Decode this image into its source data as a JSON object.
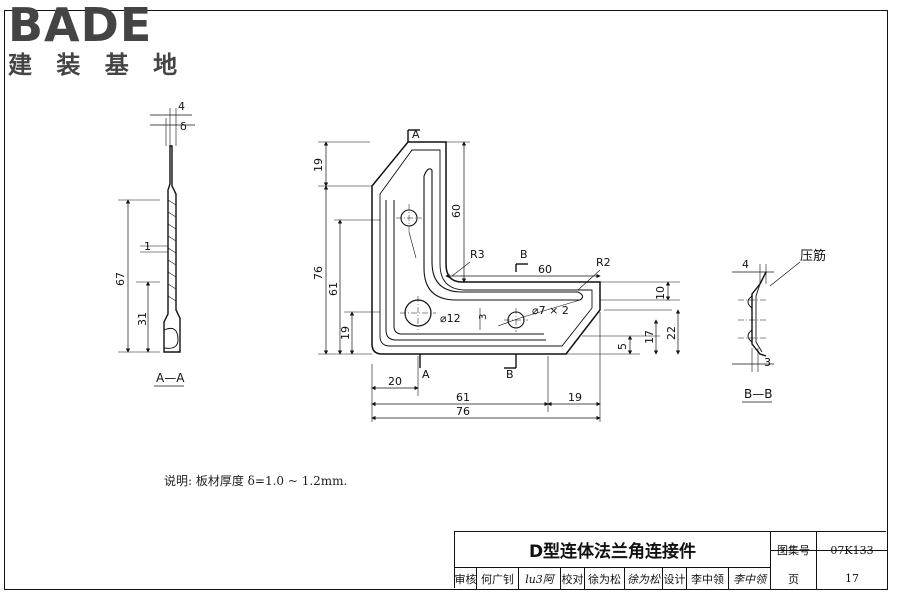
{
  "brand": {
    "logo_text": "BADE",
    "subtitle": "建 装 基 地"
  },
  "drawing": {
    "section_aa": {
      "label": "A—A",
      "dims": {
        "top": "4",
        "thickness": "δ",
        "one": "1",
        "total": "67",
        "lower": "31"
      }
    },
    "main_view": {
      "dims_left": [
        "19",
        "76",
        "61",
        "19"
      ],
      "dim_vertical_60": "60",
      "dim_horizontal_60": "60",
      "r3": "R3",
      "r2": "R2",
      "hole_big": "⌀12",
      "hole_small": "⌀7 × 2",
      "dim_3": "3",
      "dims_right": [
        "10",
        "17",
        "22",
        "5"
      ],
      "dims_bottom": [
        "20",
        "61",
        "76",
        "19"
      ],
      "section_marks": {
        "a_top": "A",
        "a_bottom": "A",
        "b_top": "B",
        "b_bottom": "B"
      }
    },
    "section_bb": {
      "label": "B—B",
      "dims": {
        "top": "4",
        "bottom": "3"
      },
      "rib_label": "压筋"
    }
  },
  "note": "说明: 板材厚度 δ=1.0 ~ 1.2mm.",
  "title_block": {
    "title": "D型连体法兰角连接件",
    "atlas_label": "图集号",
    "atlas_no": "07K133",
    "page_label": "页",
    "page_no": "17",
    "review_label": "审核",
    "reviewer": "何广钊",
    "reviewer_sig": "lu3阿",
    "proof_label": "校对",
    "proofer": "徐为松",
    "proofer_sig": "徐为松",
    "design_label": "设计",
    "designer": "李中领",
    "designer_sig": "李中领"
  }
}
